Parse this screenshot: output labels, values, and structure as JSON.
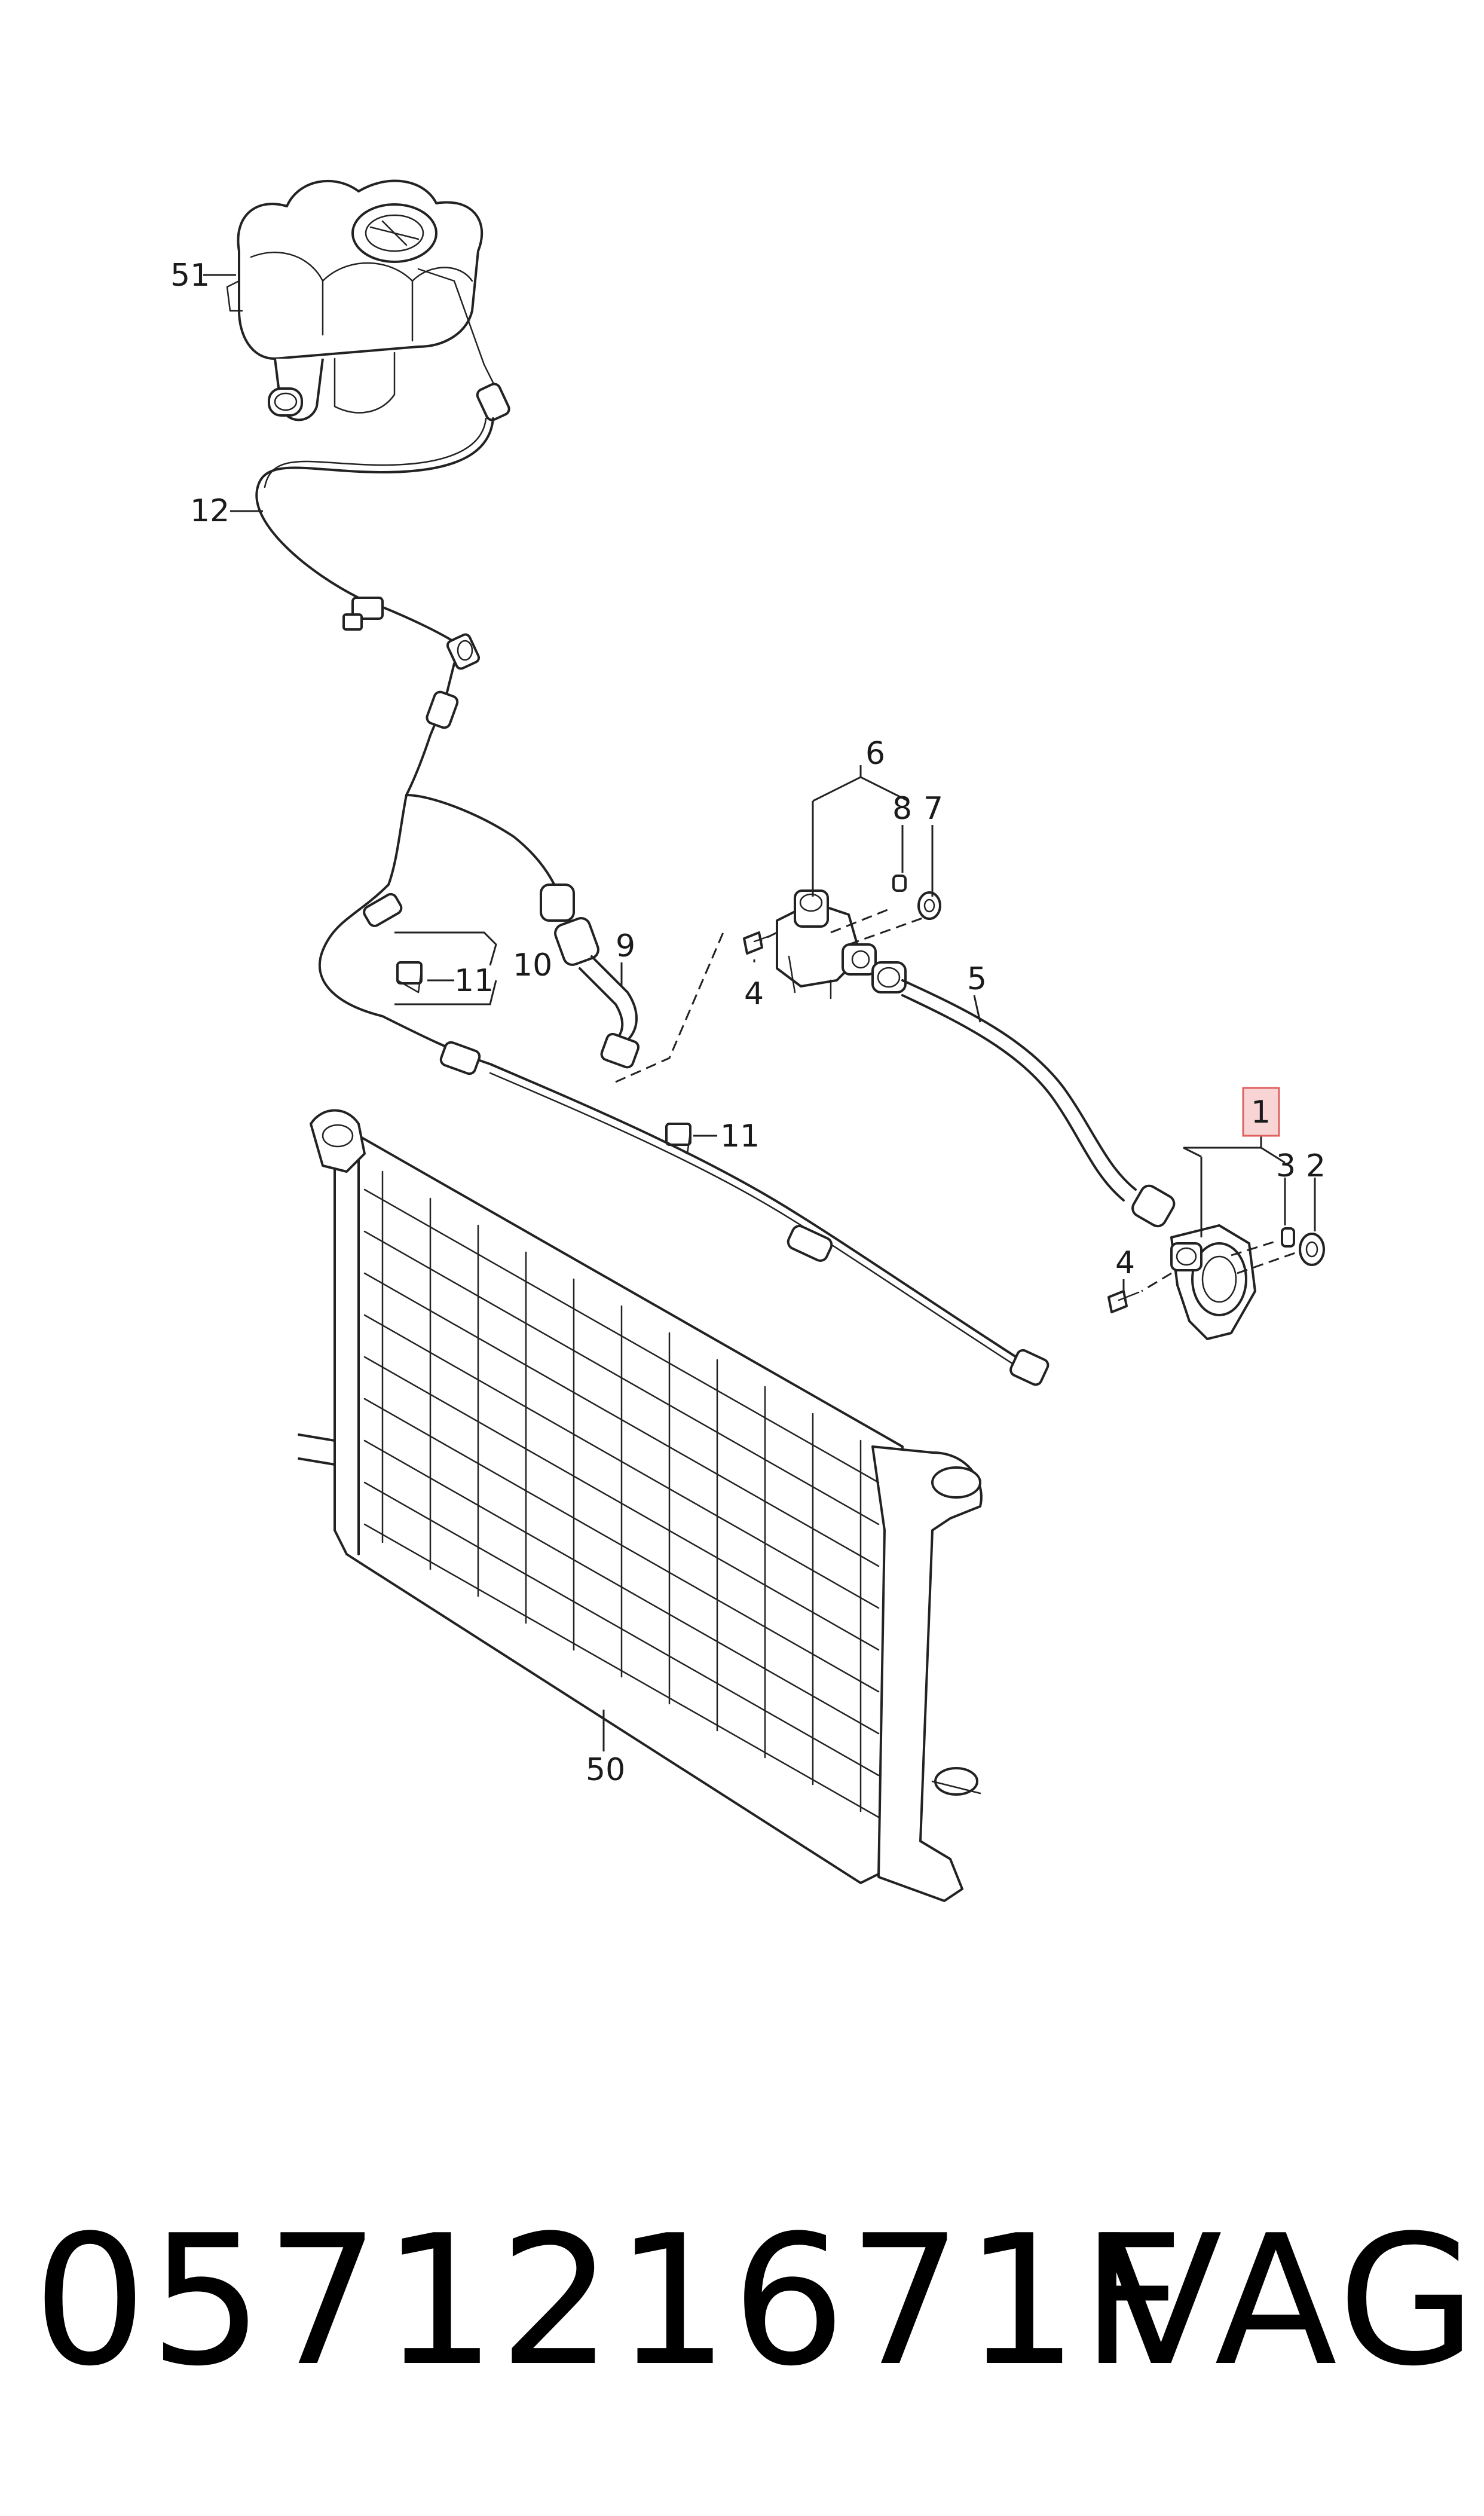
{
  "callouts": {
    "c51": "51",
    "c12": "12",
    "c6": "6",
    "c8": "8",
    "c7": "7",
    "c9": "9",
    "c10": "10",
    "c11a": "11",
    "c11b": "11",
    "c4a": "4",
    "c5": "5",
    "c1": "1",
    "c3": "3",
    "c2": "2",
    "c4b": "4",
    "c50": "50"
  },
  "highlighted_callout": "1",
  "colors": {
    "line": "#222222",
    "highlight_fill": "#f8d4d4",
    "highlight_border": "#e06060"
  },
  "footer": {
    "part_number": "057121671F",
    "brand": "VAG"
  }
}
